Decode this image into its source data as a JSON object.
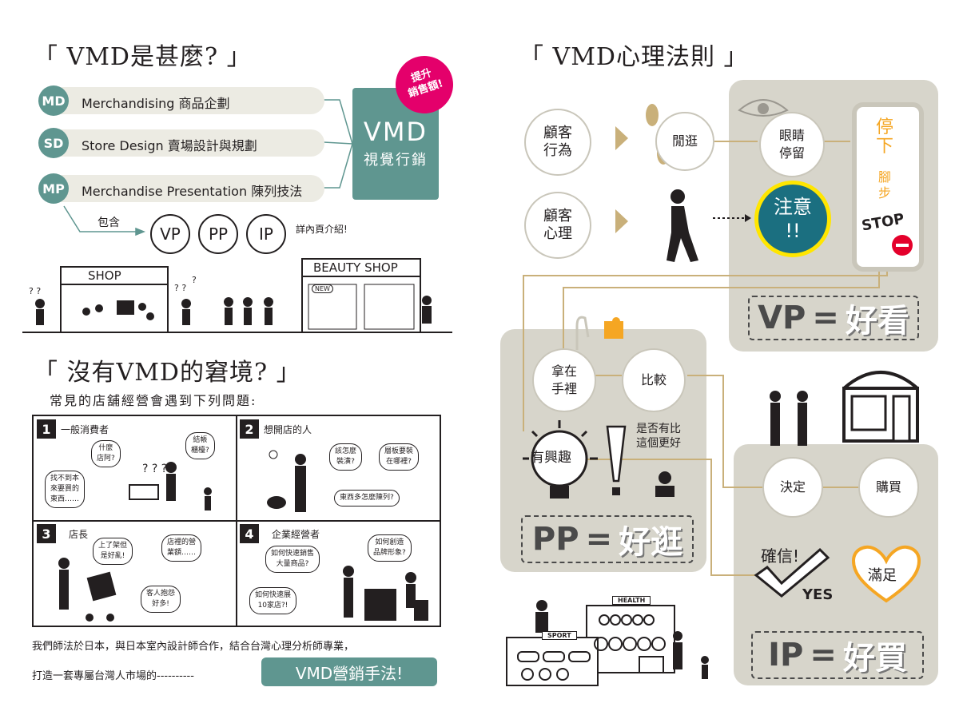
{
  "left": {
    "vmd_title": "「 VMD是甚麼? 」",
    "items": [
      {
        "abbr": "MD",
        "label": "Merchandising 商品企劃"
      },
      {
        "abbr": "SD",
        "label": "Store Design 賣場設計與規劃"
      },
      {
        "abbr": "MP",
        "label": "Merchandise Presentation 陳列技法"
      }
    ],
    "vmd_box": {
      "title": "VMD",
      "subtitle": "視覺行銷"
    },
    "burst": {
      "line1": "提升",
      "line2": "銷售額!"
    },
    "include_label": "包含",
    "types": [
      "VP",
      "PP",
      "IP"
    ],
    "detail_note": "詳內頁介紹!",
    "shop_sign": "SHOP",
    "beauty_sign": "BEAUTY SHOP",
    "new_tag": "NEW",
    "dilemma_title": "「 沒有VMD的窘境? 」",
    "dilemma_subtitle": "常見的店舖經營會遇到下列問題:",
    "panels": [
      {
        "num": "1",
        "caption": "一般消費者",
        "bubbles": [
          "什麼\n店阿?",
          "結帳\n櫃檯?",
          "找不到本\n來要買的\n東西……"
        ]
      },
      {
        "num": "2",
        "caption": "想開店的人",
        "bubbles": [
          "該怎麼\n裝潢?",
          "層板要裝\n在哪裡?",
          "東西多怎麼陳列?"
        ]
      },
      {
        "num": "3",
        "caption": "店長",
        "bubbles": [
          "上了架但\n是好亂!",
          "店裡的營\n業額……",
          "客人抱怨\n好多!"
        ]
      },
      {
        "num": "4",
        "caption": "企業經營者",
        "bubbles": [
          "如何快速銷售\n大量商品?",
          "如何創造\n品牌形象?",
          "如何快速展\n10家店?!"
        ]
      }
    ],
    "footer_line1": "我們師法於日本，與日本室內設計師合作，結合台灣心理分析師專業，",
    "footer_line2": "打造一套專屬台灣人市場的----------",
    "footer_button": "VMD營銷手法!"
  },
  "right": {
    "title": "「 VMD心理法則 」",
    "behavior": "顧客\n行為",
    "psychology": "顧客\n心理",
    "stroll": "閒逛",
    "eye_stop": "眼睛\n停留",
    "attention": "注意\n!!",
    "sign_top": "停下",
    "sign_mid": "腳步",
    "sign_stop": "STOP",
    "vp_label": "VP",
    "vp_word": "好看",
    "hold": "拿在\n手裡",
    "compare": "比較",
    "interest": "有興趣",
    "better_q": "是否有比\n這個更好",
    "pp_label": "PP",
    "pp_word": "好逛",
    "decide": "決定",
    "buy": "購買",
    "confident": "確信!",
    "yes": "YES",
    "satisfied": "滿足",
    "ip_label": "IP",
    "ip_word": "好買",
    "health_sign": "HEALTH",
    "sport_sign": "SPORT",
    "equals": "="
  },
  "colors": {
    "teal": "#5f9690",
    "magenta": "#e4006b",
    "panel_gray": "#d7d5cb",
    "gold": "#c9b07a",
    "orange": "#f5a623",
    "yellow": "#ffe600"
  }
}
